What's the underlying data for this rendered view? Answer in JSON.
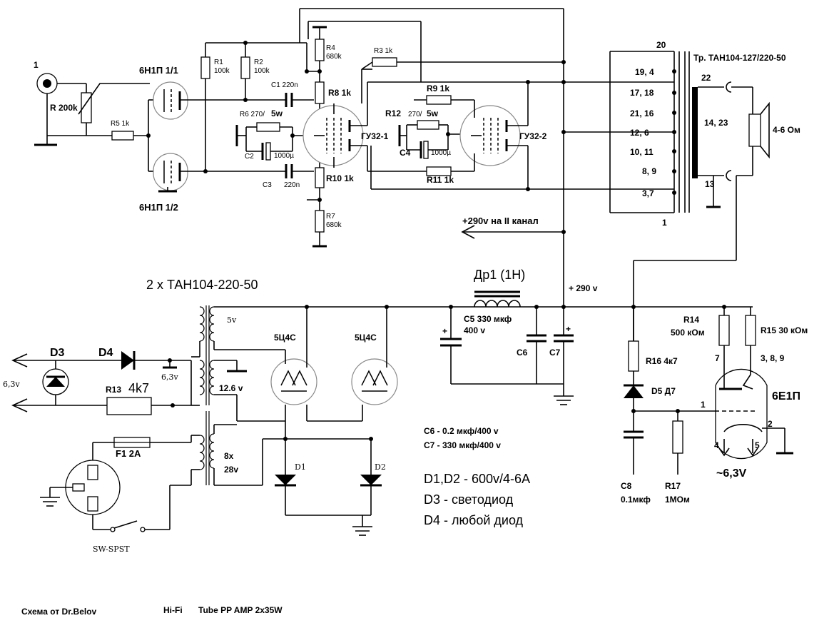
{
  "labels": {
    "input_num": "1",
    "r_pot": "R 200k",
    "r5": "R5 1k",
    "v1a": "6Н1П 1/1",
    "v1b": "6Н1П 1/2",
    "r1": "R1",
    "r1v": "100k",
    "r2": "R2",
    "r2v": "100k",
    "c1": "C1 220n",
    "r6": "R6 270/",
    "r6p": "5w",
    "c2": "C2",
    "c2v": "1000µ",
    "c3": "C3",
    "c3v": "220n",
    "r4": "R4",
    "r4v": "680k",
    "r3": "R3 1k",
    "r8": "R8 1k",
    "r9": "R9 1k",
    "r10": "R10 1k",
    "r11": "R11 1k",
    "r7": "R7",
    "r7v": "680k",
    "r12": "R12",
    "r12v": "270/",
    "r12p": "5w",
    "c4": "C4",
    "c4v": "1000µ",
    "gu1": "ГУ32-1",
    "gu2": "ГУ32-2",
    "tr_title": "Тр. ТАН104-127/220-50",
    "tap_20": "20",
    "taps": [
      "19, 4",
      "17, 18",
      "21, 16",
      "12, 6",
      "10, 11",
      "8, 9",
      "3,7"
    ],
    "tap_1": "1",
    "tap_22": "22",
    "tap_1423": "14, 23",
    "tap_13": "13",
    "speaker": "4-6 Ом",
    "ch2": "+290v на II канал",
    "dr1": "Др1 (1Н)",
    "plus290": "+ 290 v",
    "c5": "C5 330 мкф",
    "c5v": "400 v",
    "c6": "C6",
    "c7": "C7",
    "ps_title": "2 x ТАН104-220-50",
    "v5": "5v",
    "v126": "12.6 v",
    "v8x": "8x",
    "v28": "28v",
    "k1": "5Ц4С",
    "k2": "5Ц4С",
    "d1": "D1",
    "d2": "D2",
    "d3": "D3",
    "d4": "D4",
    "r13": "R13",
    "r13v": "4k7",
    "v63a": "6,3v",
    "v63b": "6,3v",
    "f1": "F1 2A",
    "sw": "SW-SPST",
    "c6note": "C6 - 0.2 мкф/400 v",
    "c7note": "C7 - 330 мкф/400 v",
    "d12note": "D1,D2 - 600v/4-6A",
    "d3note": "D3 - светодиод",
    "d4note": "D4 - любой  диод",
    "r14": "R14",
    "r14v": "500 кОм",
    "r15": "R15 30 кОм",
    "r16": "R16 4к7",
    "d5": "D5 Д7",
    "pins7": "7",
    "pins389": "3, 8, 9",
    "e1p": "6Е1П",
    "pin1": "1",
    "pin2": "2",
    "pin4": "4",
    "pin5": "5",
    "heater": "~6,3V",
    "c8": "C8",
    "c8v": "0.1мкф",
    "r17": "R17",
    "r17v": "1МОм",
    "author": "Схема от Dr.Belov",
    "title1": "Hi-Fi",
    "title2": "Tube PP AMP 2x35W"
  }
}
